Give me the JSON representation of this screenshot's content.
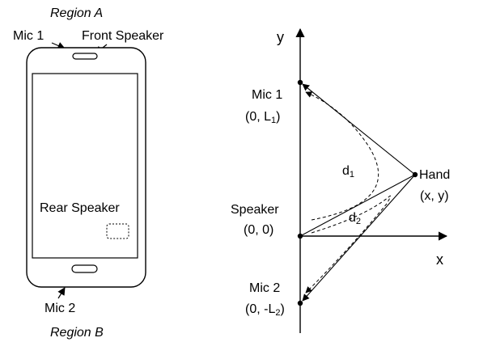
{
  "phone": {
    "region_top": "Region A",
    "region_bottom": "Region B",
    "mic1": "Mic 1",
    "front_speaker": "Front Speaker",
    "rear_speaker": "Rear Speaker",
    "mic2": "Mic 2"
  },
  "geometry": {
    "axis_y": "y",
    "axis_x": "x",
    "mic1_label": "Mic 1",
    "mic1_coord_prefix": "(0, L",
    "mic1_coord_sub": "1",
    "mic1_coord_suffix": ")",
    "hand_label": "Hand",
    "hand_coord": "(x, y)",
    "d1_main": "d",
    "d1_sub": "1",
    "d2_main": "d",
    "d2_sub": "2",
    "speaker_label": "Speaker",
    "speaker_coord": "(0, 0)",
    "mic2_label": "Mic 2",
    "mic2_coord_prefix": "(0, -L",
    "mic2_coord_sub": "2",
    "mic2_coord_suffix": ")"
  }
}
